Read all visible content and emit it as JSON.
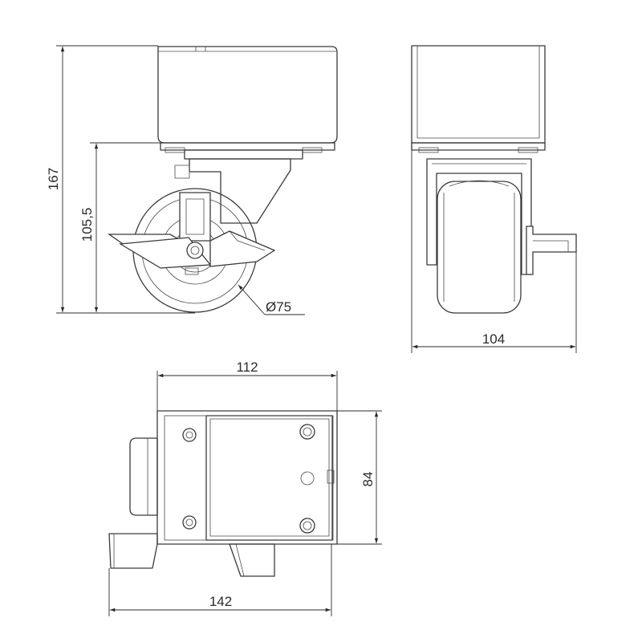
{
  "dimensions": {
    "total_height": "167",
    "mount_height": "105,5",
    "wheel_diameter": "Ø75",
    "side_width": "104",
    "top_width": "112",
    "top_depth": "84",
    "top_overall": "142"
  },
  "colors": {
    "line": "#3a3a3a",
    "background": "#ffffff"
  }
}
